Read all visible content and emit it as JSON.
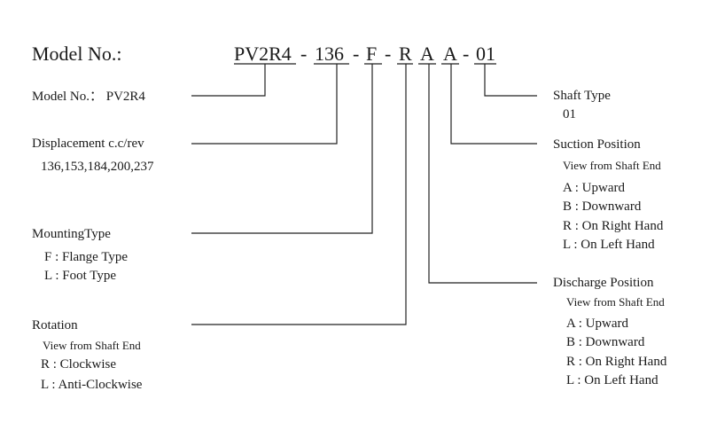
{
  "header": {
    "model_label": "Model No.:",
    "code": {
      "pv2r4": "PV2R4",
      "sep1": "-",
      "displacement": "136",
      "sep2": "-",
      "mounting": "F",
      "sep3": "-",
      "rotation": "R",
      "suction": "A",
      "discharge": "A",
      "sep4": "-",
      "shaft": "01"
    }
  },
  "left": {
    "model": {
      "title": "Model No.： PV2R4"
    },
    "displacement": {
      "title": "Displacement c.c/rev",
      "values": "136,153,184,200,237"
    },
    "mounting": {
      "title": "MountingType",
      "options": [
        "F :  Flange Type",
        "L :  Foot Type"
      ]
    },
    "rotation": {
      "title": "Rotation",
      "subtitle": "View from Shaft End",
      "options": [
        "R :  Clockwise",
        "L :  Anti-Clockwise"
      ]
    }
  },
  "right": {
    "shaft": {
      "title": "Shaft Type",
      "value": "01"
    },
    "suction": {
      "title": "Suction  Position",
      "subtitle": "View from Shaft End",
      "options": [
        "A : Upward",
        "B : Downward",
        "R : On Right Hand",
        "L : On Left Hand"
      ]
    },
    "discharge": {
      "title": "Discharge Position",
      "subtitle": "View from Shaft End",
      "options": [
        "A : Upward",
        "B : Downward",
        "R : On Right Hand",
        "L : On Left Hand"
      ]
    }
  }
}
